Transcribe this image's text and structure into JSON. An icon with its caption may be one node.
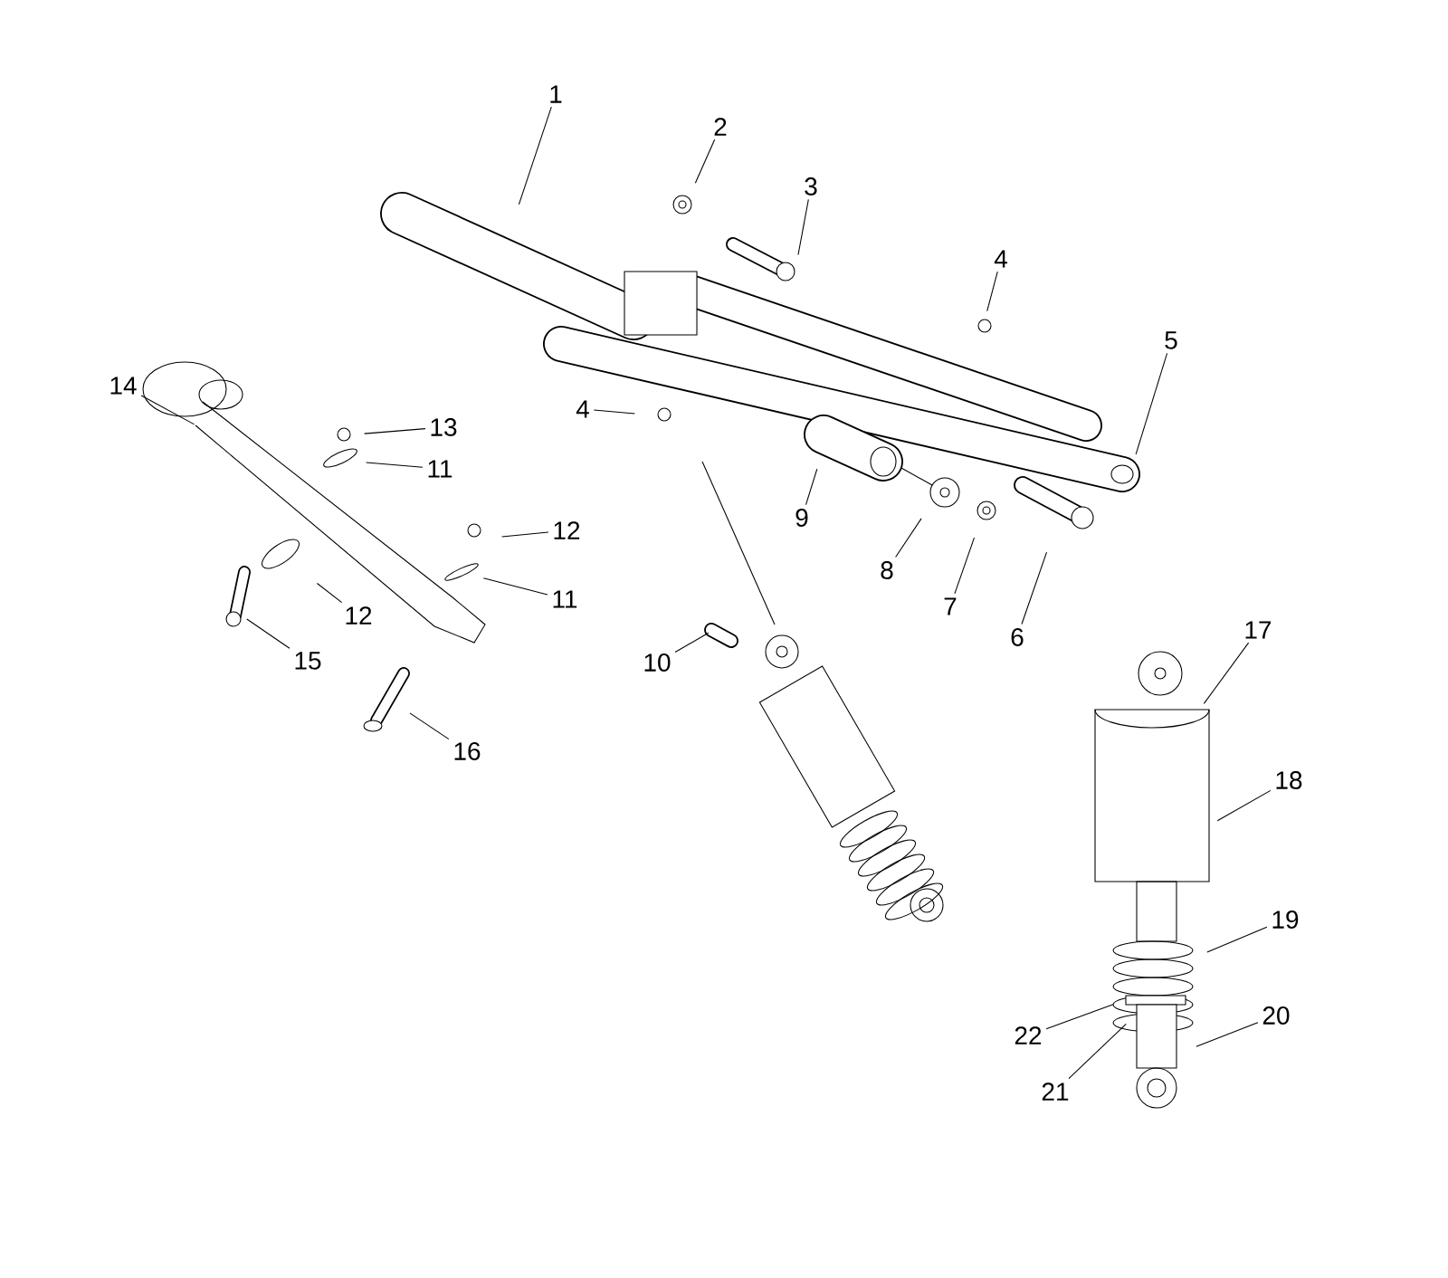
{
  "diagram": {
    "nodes": [
      {
        "text": [
          "1"
        ]
      },
      {
        "text": [
          "2"
        ]
      },
      {
        "text": [
          "3"
        ]
      },
      {
        "text": [
          "4"
        ]
      },
      {
        "text": [
          "5"
        ]
      },
      {
        "text": [
          "4"
        ]
      },
      {
        "text": [
          "9"
        ]
      },
      {
        "text": [
          "8"
        ]
      },
      {
        "text": [
          "7"
        ]
      },
      {
        "text": [
          "6"
        ]
      },
      {
        "text": [
          "10"
        ]
      },
      {
        "text": [
          "14"
        ]
      },
      {
        "text": [
          "13"
        ]
      },
      {
        "text": [
          "11"
        ]
      },
      {
        "text": [
          "12"
        ]
      },
      {
        "text": [
          "12"
        ]
      },
      {
        "text": [
          "11"
        ]
      },
      {
        "text": [
          "15"
        ]
      },
      {
        "text": [
          "16"
        ]
      },
      {
        "text": [
          "17"
        ]
      },
      {
        "text": [
          "18"
        ]
      },
      {
        "text": [
          "19"
        ]
      },
      {
        "text": [
          "22"
        ]
      },
      {
        "text": [
          "21"
        ]
      },
      {
        "text": [
          "20"
        ]
      }
    ],
    "edges": [
      {
        "from": 0,
        "to": null,
        "arrow": "none"
      },
      {
        "from": 1,
        "to": null,
        "arrow": "none"
      },
      {
        "from": 2,
        "to": null,
        "arrow": "none"
      },
      {
        "from": 3,
        "to": null,
        "arrow": "none"
      },
      {
        "from": 4,
        "to": null,
        "arrow": "none"
      },
      {
        "from": 5,
        "to": null,
        "arrow": "none"
      },
      {
        "from": 6,
        "to": null,
        "arrow": "none"
      },
      {
        "from": 7,
        "to": null,
        "arrow": "none"
      },
      {
        "from": 8,
        "to": null,
        "arrow": "none"
      },
      {
        "from": 9,
        "to": null,
        "arrow": "none"
      },
      {
        "from": 10,
        "to": null,
        "arrow": "none"
      },
      {
        "from": 11,
        "to": null,
        "arrow": "none"
      },
      {
        "from": 12,
        "to": null,
        "arrow": "none"
      },
      {
        "from": 13,
        "to": null,
        "arrow": "none"
      },
      {
        "from": 14,
        "to": null,
        "arrow": "none"
      },
      {
        "from": 15,
        "to": null,
        "arrow": "none"
      },
      {
        "from": 16,
        "to": null,
        "arrow": "none"
      },
      {
        "from": 17,
        "to": null,
        "arrow": "none"
      },
      {
        "from": 18,
        "to": null,
        "arrow": "none"
      },
      {
        "from": 19,
        "to": null,
        "arrow": "none"
      },
      {
        "from": 20,
        "to": null,
        "arrow": "none"
      },
      {
        "from": 21,
        "to": null,
        "arrow": "none"
      },
      {
        "from": 22,
        "to": null,
        "arrow": "none"
      },
      {
        "from": 23,
        "to": null,
        "arrow": "none"
      },
      {
        "from": 24,
        "to": null,
        "arrow": "none"
      }
    ]
  }
}
